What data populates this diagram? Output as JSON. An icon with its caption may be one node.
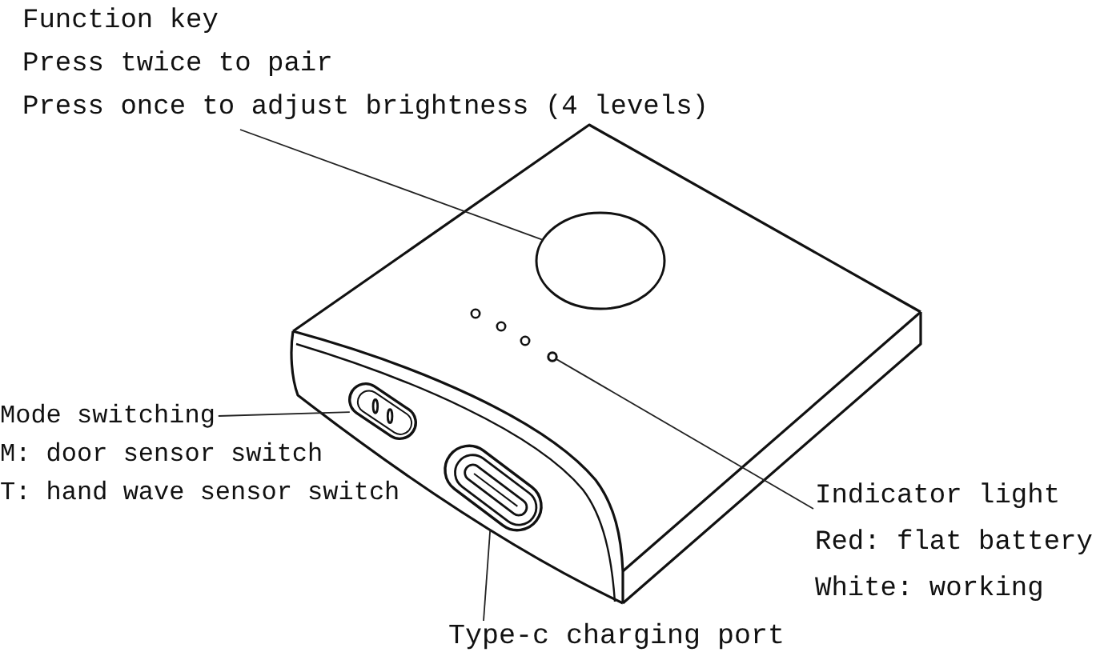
{
  "diagram": {
    "nodes": [
      {
        "text": [
          "Function key",
          "Press twice to pair",
          "Press once to adjust brightness (4 levels)"
        ]
      },
      {
        "text": [],
        "shape": "circle"
      },
      {
        "text": [
          "Mode switching"
        ],
        "beside": [
          "M: door sensor switch",
          "T: hand wave sensor switch"
        ]
      },
      {
        "text": [],
        "shape": "box"
      },
      {
        "text": [
          "Indicator light",
          "Red: flat battery",
          "White: working"
        ]
      },
      {
        "text": [],
        "shape": "circle"
      },
      {
        "text": [
          "Type-c charging port"
        ]
      },
      {
        "text": [],
        "shape": "box"
      }
    ],
    "edges": [
      {
        "from": 0,
        "to": 1,
        "arrow": "none"
      },
      {
        "from": 2,
        "to": 3,
        "arrow": "none"
      },
      {
        "from": 4,
        "to": 5,
        "arrow": "none"
      },
      {
        "from": 6,
        "to": 7,
        "arrow": "none"
      }
    ]
  }
}
